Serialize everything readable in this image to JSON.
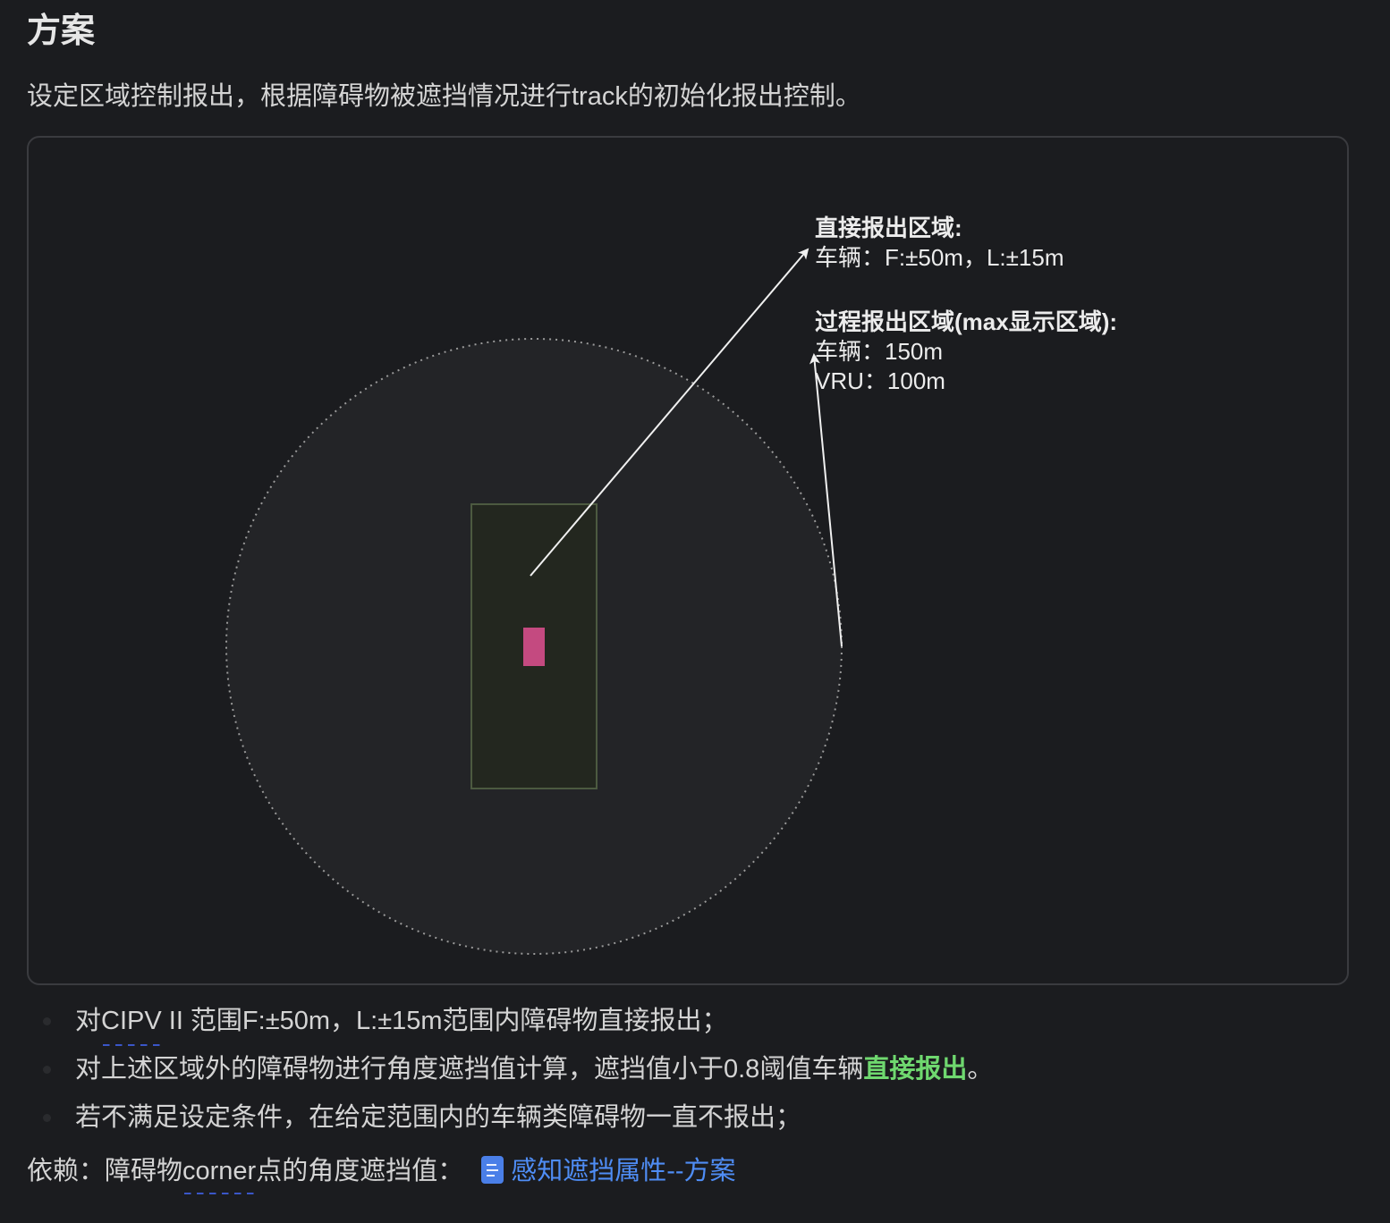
{
  "heading": "方案",
  "intro": "设定区域控制报出，根据障碍物被遮挡情况进行track的初始化报出控制。",
  "diagram": {
    "direct_zone": {
      "title": "直接报出区域:",
      "line1": "车辆：F:±50m，L:±15m"
    },
    "process_zone": {
      "title": "过程报出区域(max显示区域):",
      "line1": "车辆：150m",
      "line2": "VRU：100m"
    },
    "colors": {
      "circle_fill": "#232427",
      "circle_stroke": "#9a9a9a",
      "rect_fill": "#23271f",
      "rect_stroke": "#4c5a40",
      "ego_fill": "#c44a80",
      "arrow": "#f0f0f0"
    }
  },
  "bullets": {
    "b1_pre": "对",
    "b1_link": "CIPV",
    "b1_post": " II 范围F:±50m，L:±15m范围内障碍物直接报出；",
    "b2_pre": "对上述区域外的障碍物进行角度遮挡值计算，遮挡值小于0.8阈值车辆",
    "b2_highlight": "直接报出",
    "b2_post": "。",
    "b3": "若不满足设定条件，在给定范围内的车辆类障碍物一直不报出；"
  },
  "depends": {
    "label_pre": "依赖：障碍物",
    "label_term": "corner",
    "label_post": "点的角度遮挡值：",
    "link_text": "感知遮挡属性--方案",
    "link_icon": "doc-icon"
  }
}
